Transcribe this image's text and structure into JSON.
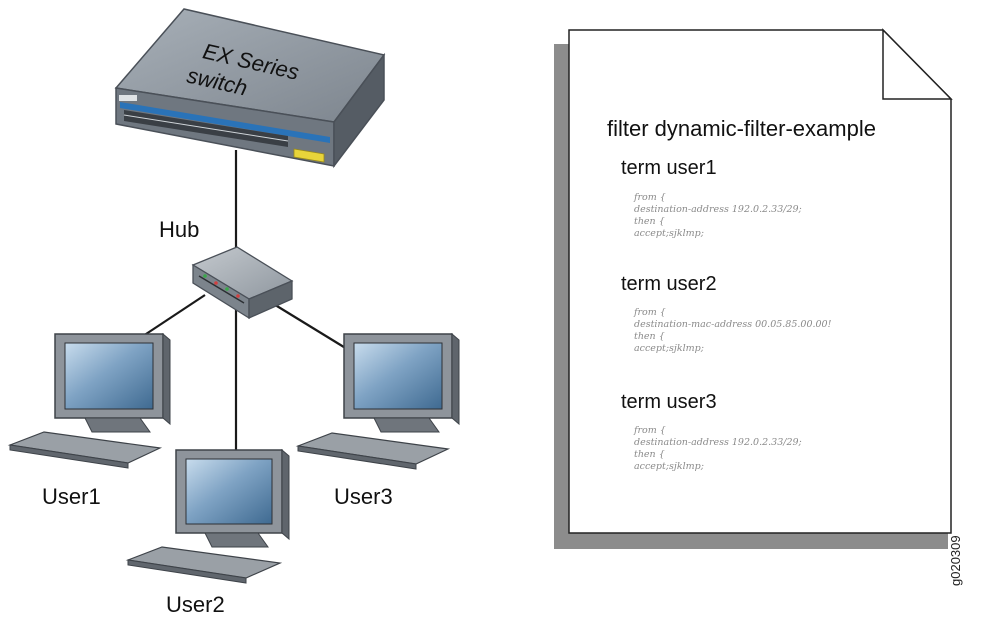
{
  "switch": {
    "line1": "EX Series",
    "line2": "switch"
  },
  "hub": {
    "label": "Hub"
  },
  "users": [
    {
      "label": "User1"
    },
    {
      "label": "User2"
    },
    {
      "label": "User3"
    }
  ],
  "document": {
    "title": "filter dynamic-filter-example",
    "terms": [
      {
        "name": "term user1",
        "lines": [
          "from {",
          "destination-address 192.0.2.33/29;",
          "then {",
          "accept;sjklmp;"
        ]
      },
      {
        "name": "term user2",
        "lines": [
          "from {",
          "destination-mac-address 00.05.85.00.00!",
          "then {",
          "accept;sjklmp;"
        ]
      },
      {
        "name": "term user3",
        "lines": [
          "from {",
          "destination-address 192.0.2.33/29;",
          "then {",
          "accept;sjklmp;"
        ]
      }
    ]
  },
  "figure_id": "g020309",
  "colors": {
    "switch_body": "#8a929c",
    "port_strip": "#2a73b8",
    "hub_body": "#9aa2aa",
    "monitor_frame": "#8e949b",
    "screen": "#5d87ab",
    "doc_shadow": "#8c8c8c",
    "cable": "#1a1a1a"
  }
}
